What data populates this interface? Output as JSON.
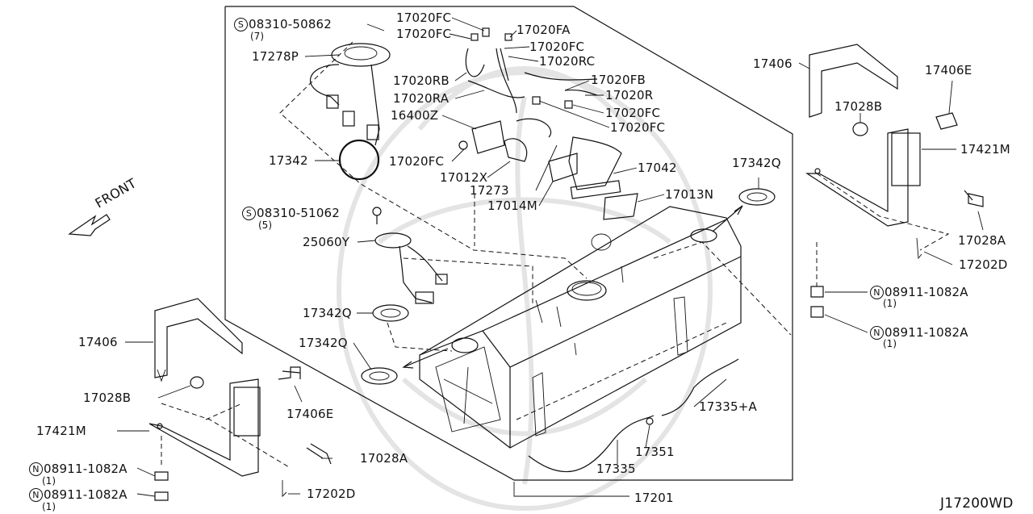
{
  "diagram_code": "J17200WD",
  "front_label": "FRONT",
  "labels": {
    "p08310_50862": "08310-50862",
    "q7": "(7)",
    "p17278P": "17278P",
    "p17020FC_a": "17020FC",
    "p17020FC_b": "17020FC",
    "p17020FA": "17020FA",
    "p17020FC_c": "17020FC",
    "p17020RC": "17020RC",
    "p17020RB": "17020RB",
    "p17020FB": "17020FB",
    "p17020RA": "17020RA",
    "p17020R": "17020R",
    "p17020FC_d": "17020FC",
    "p16400Z": "16400Z",
    "p17020FC_e": "17020FC",
    "p17342_ring": "17342",
    "p17020FC_f": "17020FC",
    "p17012X": "17012X",
    "p17042": "17042",
    "p17273": "17273",
    "p17014M": "17014M",
    "p17013N": "17013N",
    "p17342Q_top": "17342Q",
    "p08310_51062": "08310-51062",
    "q5": "(5)",
    "p25060Y": "25060Y",
    "p17342Q_mid": "17342Q",
    "p17342Q_low": "17342Q",
    "p17406_left": "17406",
    "p17028B_left": "17028B",
    "p17406E_left": "17406E",
    "p17421M_left": "17421M",
    "p17028A_left": "17028A",
    "p08911_a": "08911-1082A",
    "q1_a": "(1)",
    "p08911_b": "08911-1082A",
    "q1_b": "(1)",
    "p17202D_left": "17202D",
    "p17201": "17201",
    "p17335": "17335",
    "p17351": "17351",
    "p17335A": "17335+A",
    "p17406_right": "17406",
    "p17406E_right": "17406E",
    "p17028B_right": "17028B",
    "p17421M_right": "17421M",
    "p17028A_right": "17028A",
    "p17202D_right": "17202D",
    "p08911_c": "08911-1082A",
    "q1_c": "(1)",
    "p08911_d": "08911-1082A",
    "q1_d": "(1)",
    "symbol_s": "S",
    "symbol_n": "N"
  }
}
